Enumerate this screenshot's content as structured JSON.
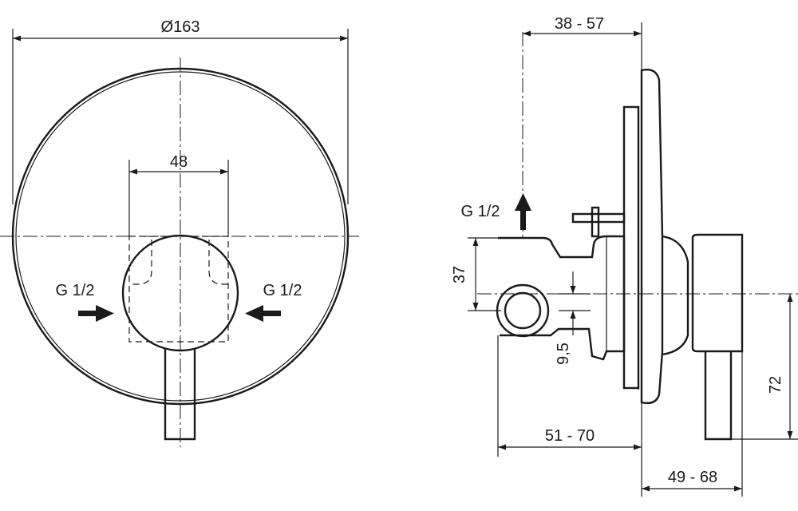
{
  "front_view": {
    "diameter_label": "Ø163",
    "width_label": "48",
    "inlet_left_label": "G 1/2",
    "inlet_right_label": "G 1/2"
  },
  "side_view": {
    "depth_top_label": "38 - 57",
    "outlet_label": "G 1/2",
    "height_37_label": "37",
    "offset_label": "9,5",
    "height_72_label": "72",
    "depth_mid_label": "51 - 70",
    "depth_bottom_label": "49 - 68"
  },
  "colors": {
    "line": "#1a1a1a",
    "background": "#ffffff"
  }
}
